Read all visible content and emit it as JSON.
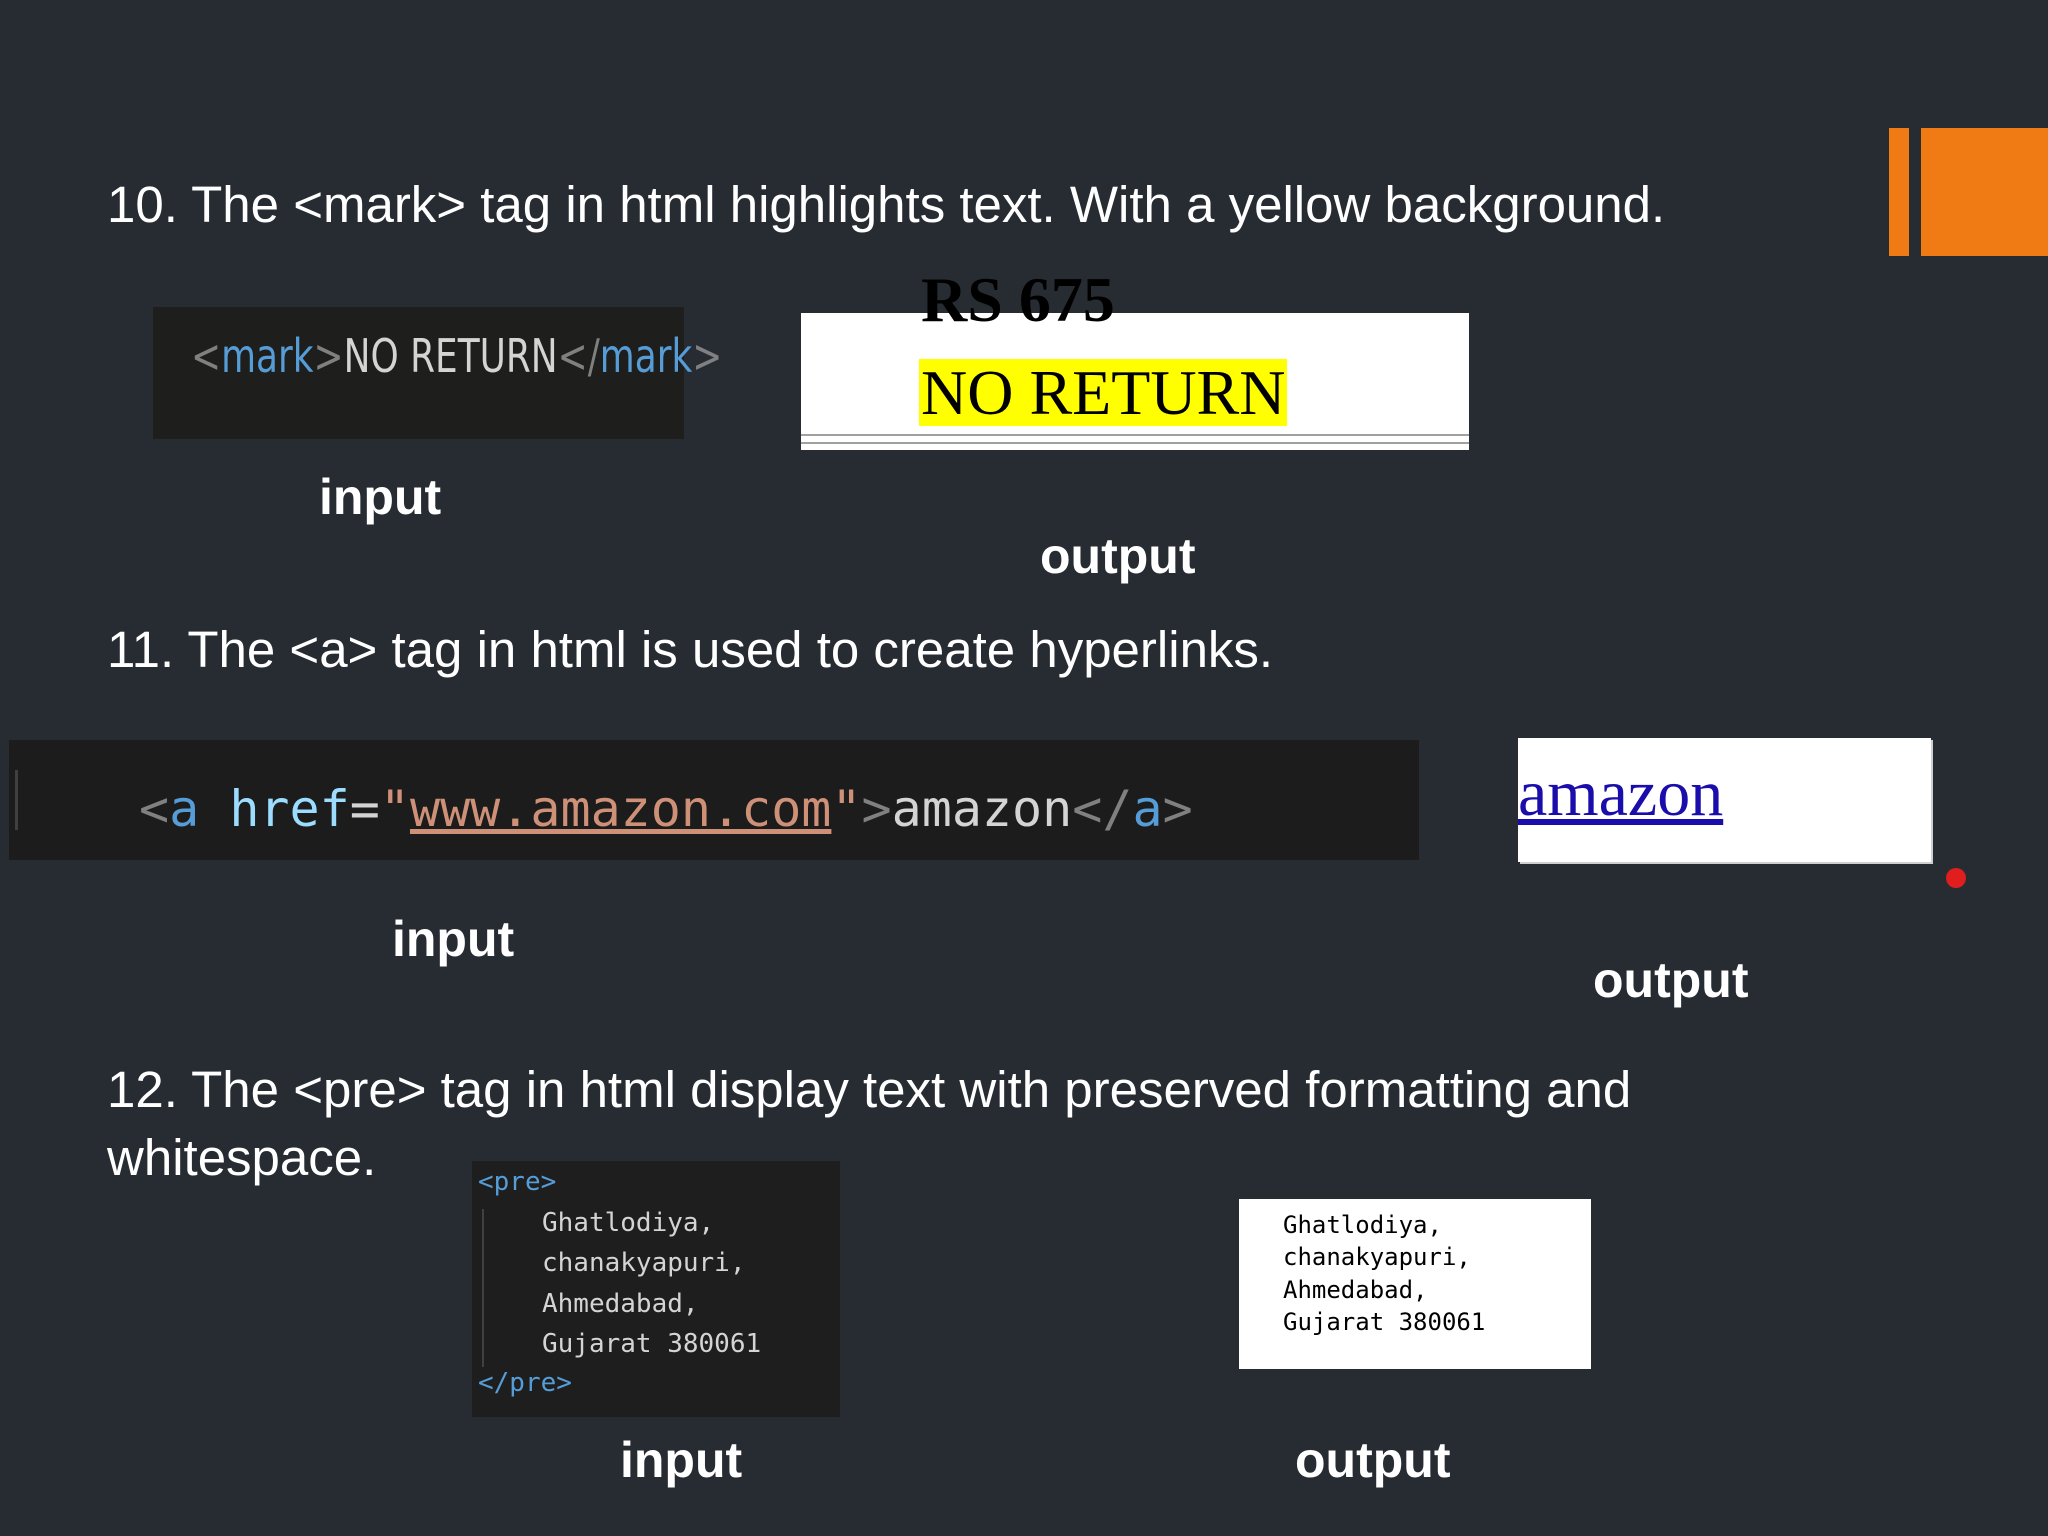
{
  "slide": {
    "accent_color": "#f07b15",
    "background_color": "#272c33"
  },
  "section10": {
    "heading": "10. The <mark> tag in html highlights text. With a yellow background.",
    "input_code": {
      "open_lt": "<",
      "open_tag": "mark",
      "open_gt": ">",
      "content": "NO RETURN",
      "close_lt": "</",
      "close_tag": "mark",
      "close_gt": ">"
    },
    "output_partial_text": "RS 675",
    "output_text": "NO RETURN",
    "highlight_color": "#ffff00",
    "input_label": "input",
    "output_label": "output"
  },
  "section11": {
    "heading": "11. The <a> tag in html is used to create hyperlinks.",
    "input_code": {
      "open_lt": "<",
      "tag": "a",
      "attr": "href",
      "eq": "=",
      "quote_open": "\"",
      "url": "www.amazon.com",
      "quote_close": "\"",
      "open_gt": ">",
      "link_text": "amazon",
      "close_lt": "</",
      "close_tag": "a",
      "close_gt": ">"
    },
    "output_link": "amazon",
    "link_color": "#1a0dab",
    "input_label": "input",
    "output_label": "output"
  },
  "section12": {
    "heading_line1": "12. The <pre> tag in html display text with preserved formatting and",
    "heading_line2": "whitespace.",
    "input_code": {
      "open_tag": "<pre>",
      "lines": [
        "Ghatlodiya,",
        "chanakyapuri,",
        "Ahmedabad,",
        "Gujarat 380061"
      ],
      "close_tag": "</pre>"
    },
    "output_lines": [
      "Ghatlodiya,",
      "chanakyapuri,",
      "Ahmedabad,",
      "Gujarat 380061"
    ],
    "input_label": "input",
    "output_label": "output"
  }
}
